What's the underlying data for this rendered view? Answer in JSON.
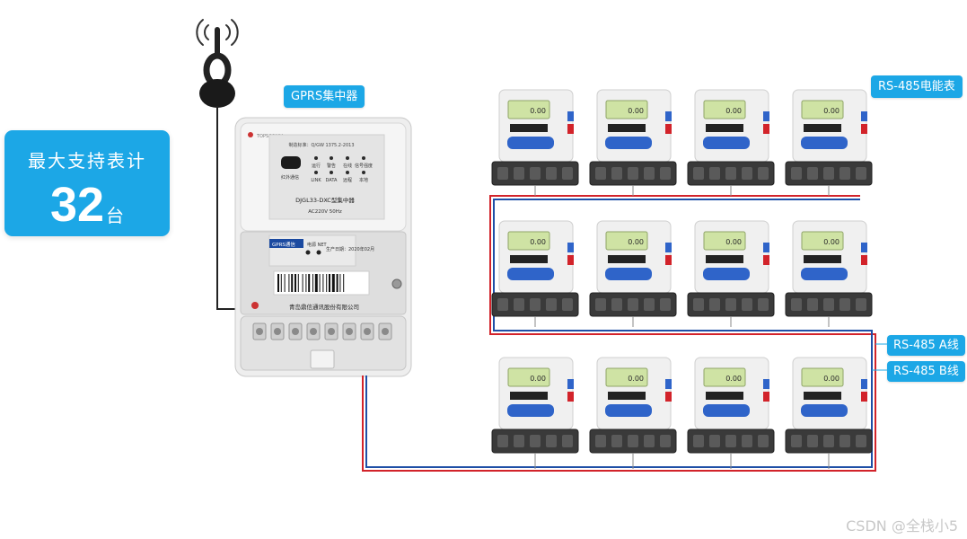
{
  "stat_card": {
    "title": "最大支持表计",
    "number": "32",
    "unit": "台"
  },
  "concentrator": {
    "tag": "GPRS集中器",
    "model": "DJGL33-DXC型集中器",
    "power": "AC220V 50Hz",
    "ir_label": "红外通信",
    "indicators_row1": [
      "运行",
      "警告",
      "在线",
      "信号强度"
    ],
    "indicators_row2": [
      "LINK",
      "DATA",
      "远程",
      "本地"
    ],
    "module_label": "GPRS通信",
    "module_sub": "电源 NET",
    "production": "生产日期：2020年02月",
    "company": "青岛鼎信通讯股份有限公司",
    "standard_text": "制造标准：Q/GW 1375.2-2013"
  },
  "meter_tag": "RS-485电能表",
  "line_a_tag": "RS-485 A线",
  "line_b_tag": "RS-485 B线",
  "meter_reading": "0.00",
  "meter_layout": {
    "rows": 3,
    "cols": 4
  },
  "colors": {
    "accent": "#1ca7e6",
    "wire_red": "#d2232a",
    "wire_blue": "#1f4fa6"
  },
  "icons": {
    "antenna": "wireless-signal-icon"
  },
  "watermark": "CSDN @全栈小5"
}
